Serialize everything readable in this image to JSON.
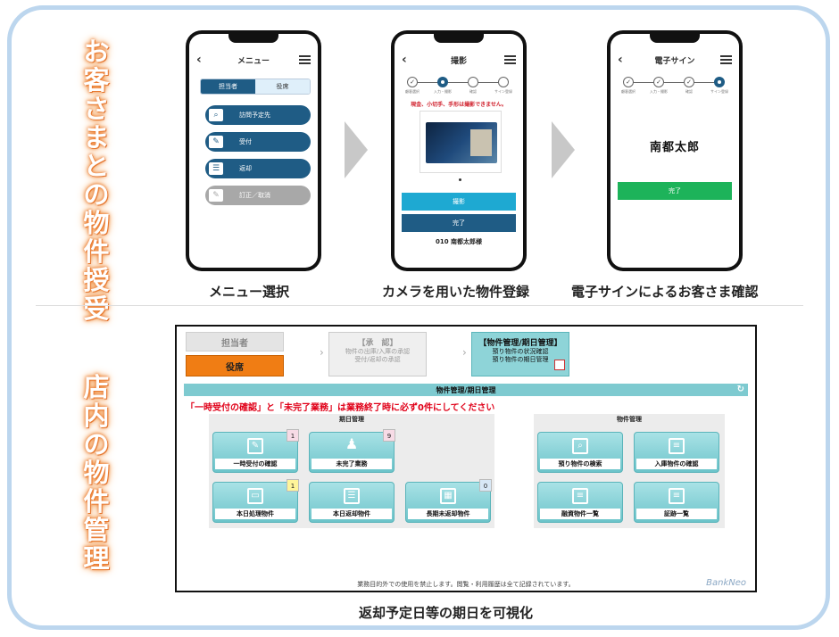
{
  "section_titles": {
    "top": [
      "お",
      "客",
      "さ",
      "ま",
      "と",
      "の",
      "物",
      "件",
      "授",
      "受"
    ],
    "bottom": [
      "店",
      "内",
      "の",
      "物",
      "件",
      "管",
      "理"
    ]
  },
  "phone_menu": {
    "title": "メニュー",
    "segments": [
      "担当者",
      "役席"
    ],
    "buttons": [
      "訪問予定先",
      "受付",
      "返却",
      "訂正／取消"
    ]
  },
  "phone_camera": {
    "title": "撮影",
    "step_labels": [
      "顧客選択",
      "入力・撮影",
      "確認",
      "サイン登録"
    ],
    "warning": "現金、小切手、手形は撮影できません。",
    "shoot_label": "撮影",
    "done_label": "完了",
    "customer": "010 南都太郎様"
  },
  "phone_sign": {
    "title": "電子サイン",
    "step_labels": [
      "顧客選択",
      "入力・撮影",
      "確認",
      "サイン登録"
    ],
    "signature": "南都太郎",
    "done_label": "完了"
  },
  "captions": {
    "menu": "メニュー選択",
    "camera": "カメラを用いた物件登録",
    "sign": "電子サインによるお客さま確認",
    "desktop": "返却予定日等の期日を可視化"
  },
  "desktop": {
    "tab_staff": "担当者",
    "tab_manager": "役席",
    "flow_approval": {
      "title": "【承　認】",
      "sub1": "物件の出庫/入庫の承認",
      "sub2": "受付/返却の承認"
    },
    "flow_manage": {
      "title": "【物件管理/期日管理】",
      "sub1": "預り物件の状況確認",
      "sub2": "預り物件の期日管理"
    },
    "bar_title": "物件管理/期日管理",
    "alert": "「一時受付の確認」と「未完了業務」は業務終了時に必ず0件にしてください",
    "deadline_panel": {
      "title": "期日管理",
      "tiles": [
        {
          "label": "一時受付の確認",
          "badge": "1"
        },
        {
          "label": "未完了業務",
          "badge": "9"
        },
        {
          "label": "本日処理物件",
          "badge": "1"
        },
        {
          "label": "本日返却物件",
          "badge": ""
        },
        {
          "label": "長期未返却物件",
          "badge": "0"
        }
      ]
    },
    "property_panel": {
      "title": "物件管理",
      "tiles": [
        {
          "label": "預り物件の検索"
        },
        {
          "label": "入庫物件の確認"
        },
        {
          "label": "融資物件一覧"
        },
        {
          "label": "証跡一覧"
        }
      ]
    },
    "footer": "業務目的外での使用を禁止します。閲覧・利用履歴は全て記録されています。",
    "brand": "BankNeo"
  }
}
